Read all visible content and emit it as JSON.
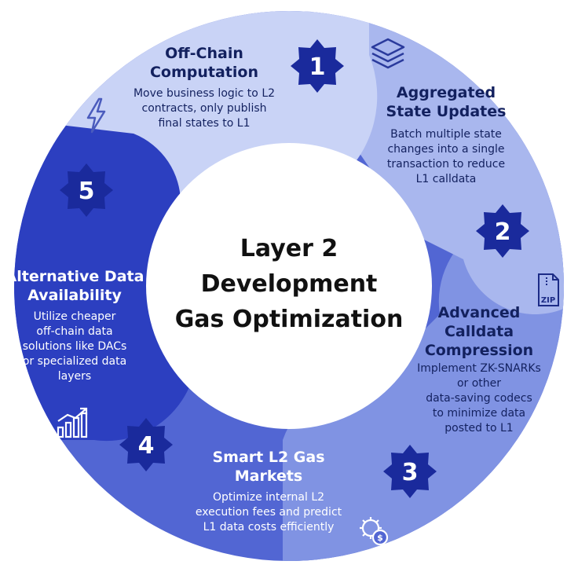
{
  "center": {
    "line1": "Layer 2",
    "line2": "Development",
    "line3": "Gas Optimization"
  },
  "steps": [
    {
      "number": "1",
      "title_lines": [
        "Off-Chain",
        "Computation"
      ],
      "desc_lines": [
        "Move business logic to L2",
        "contracts, only publish",
        "final states to L1"
      ],
      "icon": "lightning-icon"
    },
    {
      "number": "2",
      "title_lines": [
        "Aggregated",
        "State Updates"
      ],
      "desc_lines": [
        "Batch multiple state",
        "changes into a single",
        "transaction to reduce",
        "L1 calldata"
      ],
      "icon": "layers-icon"
    },
    {
      "number": "3",
      "title_lines": [
        "Advanced",
        "Calldata",
        "Compression"
      ],
      "desc_lines": [
        "Implement ZK-SNARKs",
        "or other",
        "data-saving codecs",
        "to minimize data",
        "posted to L1"
      ],
      "icon": "zip-file-icon",
      "icon_label": "ZIP"
    },
    {
      "number": "4",
      "title_lines": [
        "Smart L2 Gas",
        "Markets"
      ],
      "desc_lines": [
        "Optimize internal L2",
        "execution fees and predict",
        "L1 data costs efficiently"
      ],
      "icon": "gear-coin-icon"
    },
    {
      "number": "5",
      "title_lines": [
        "Alternative Data",
        "Availability"
      ],
      "desc_lines": [
        "Utilize cheaper",
        "off-chain data",
        "solutions like DACs",
        "or specialized data",
        "layers"
      ],
      "icon": "bar-chart-growth-icon"
    }
  ],
  "colors": {
    "segment_1": "#c9d3f6",
    "segment_2": "#a9b7ee",
    "segment_3": "#8093e3",
    "segment_4": "#5266d3",
    "segment_5": "#2c3fc0",
    "badge": "#1a2a9c",
    "text_dark": "#13215f"
  }
}
